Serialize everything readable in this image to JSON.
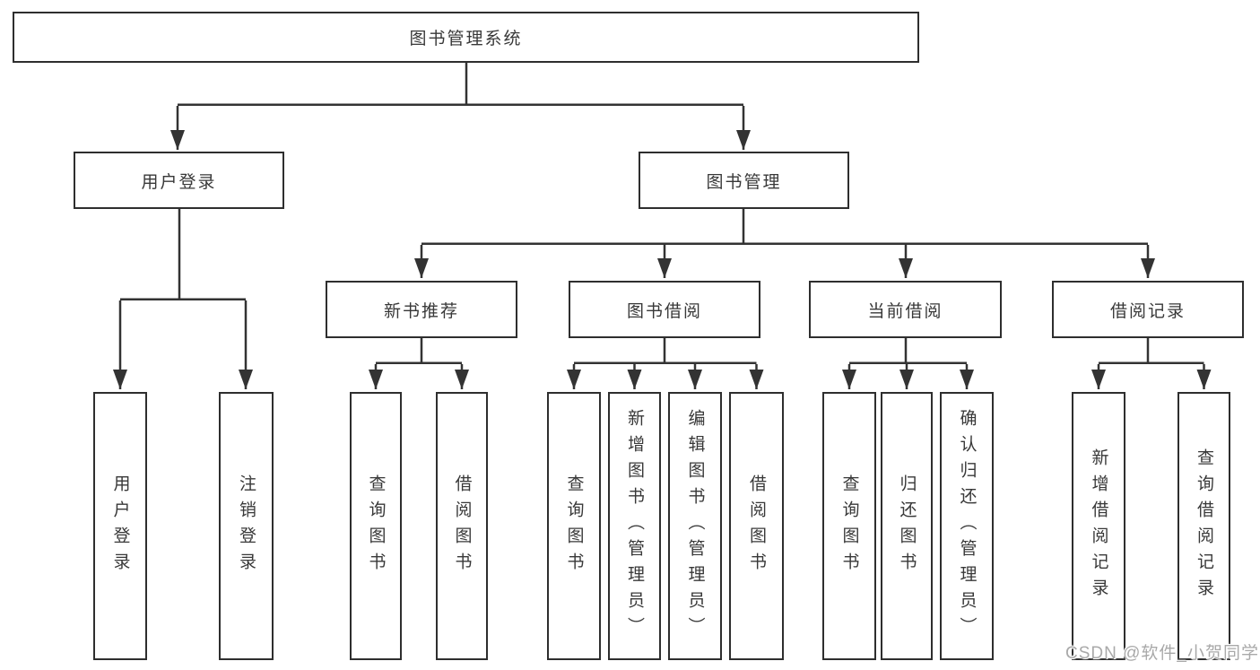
{
  "diagram": {
    "root": {
      "label": "图书管理系统"
    },
    "user_login": {
      "label": "用户登录",
      "leaves": [
        "用户登录",
        "注销登录"
      ]
    },
    "book_mgmt": {
      "label": "图书管理",
      "groups": [
        {
          "label": "新书推荐",
          "leaves": [
            "查询图书",
            "借阅图书"
          ]
        },
        {
          "label": "图书借阅",
          "leaves": [
            "查询图书",
            "新增图书（管理员）",
            "编辑图书（管理员）",
            "借阅图书"
          ]
        },
        {
          "label": "当前借阅",
          "leaves": [
            "查询图书",
            "归还图书",
            "确认归还（管理员）"
          ]
        },
        {
          "label": "借阅记录",
          "leaves": [
            "新增借阅记录",
            "查询借阅记录"
          ]
        }
      ]
    }
  },
  "watermark": "CSDN @软件_小贺同学",
  "colors": {
    "line": "#333333",
    "box_border": "#2e2e2e",
    "text": "#383838",
    "background": "#ffffff",
    "watermark": "#a9a9a9"
  }
}
